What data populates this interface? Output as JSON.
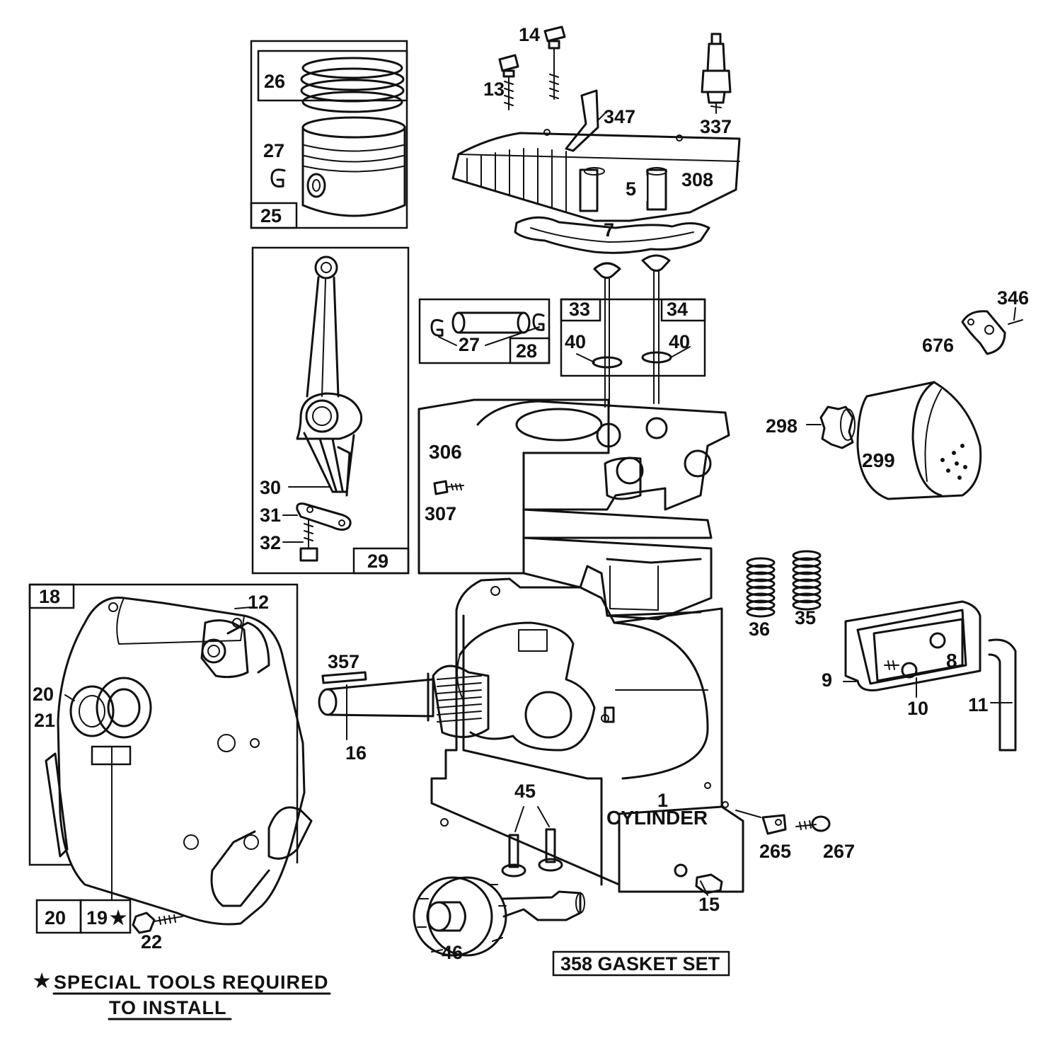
{
  "callouts": {
    "c1": "1",
    "cylinder": "CYLINDER",
    "c5": "5",
    "c7": "7",
    "c8": "8",
    "c9": "9",
    "c10": "10",
    "c11": "11",
    "c12": "12",
    "c13": "13",
    "c14": "14",
    "c15": "15",
    "c16": "16",
    "c18": "18",
    "c19": "19",
    "c20a": "20",
    "c20b": "20",
    "c21": "21",
    "c22": "22",
    "c25": "25",
    "c26": "26",
    "c27a": "27",
    "c27b": "27",
    "c28": "28",
    "c29": "29",
    "c30": "30",
    "c31": "31",
    "c32": "32",
    "c33": "33",
    "c34": "34",
    "c35": "35",
    "c36": "36",
    "c40a": "40",
    "c40b": "40",
    "c45": "45",
    "c46": "46",
    "c265": "265",
    "c267": "267",
    "c298": "298",
    "c299": "299",
    "c306": "306",
    "c307": "307",
    "c308": "308",
    "c337": "337",
    "c346": "346",
    "c347": "347",
    "c357": "357",
    "c676": "676",
    "star": "★"
  },
  "gasket_set": "358 GASKET SET",
  "notes": {
    "line1": "SPECIAL TOOLS REQUIRED",
    "line2": "TO INSTALL"
  },
  "icons": [
    "star-icon"
  ]
}
